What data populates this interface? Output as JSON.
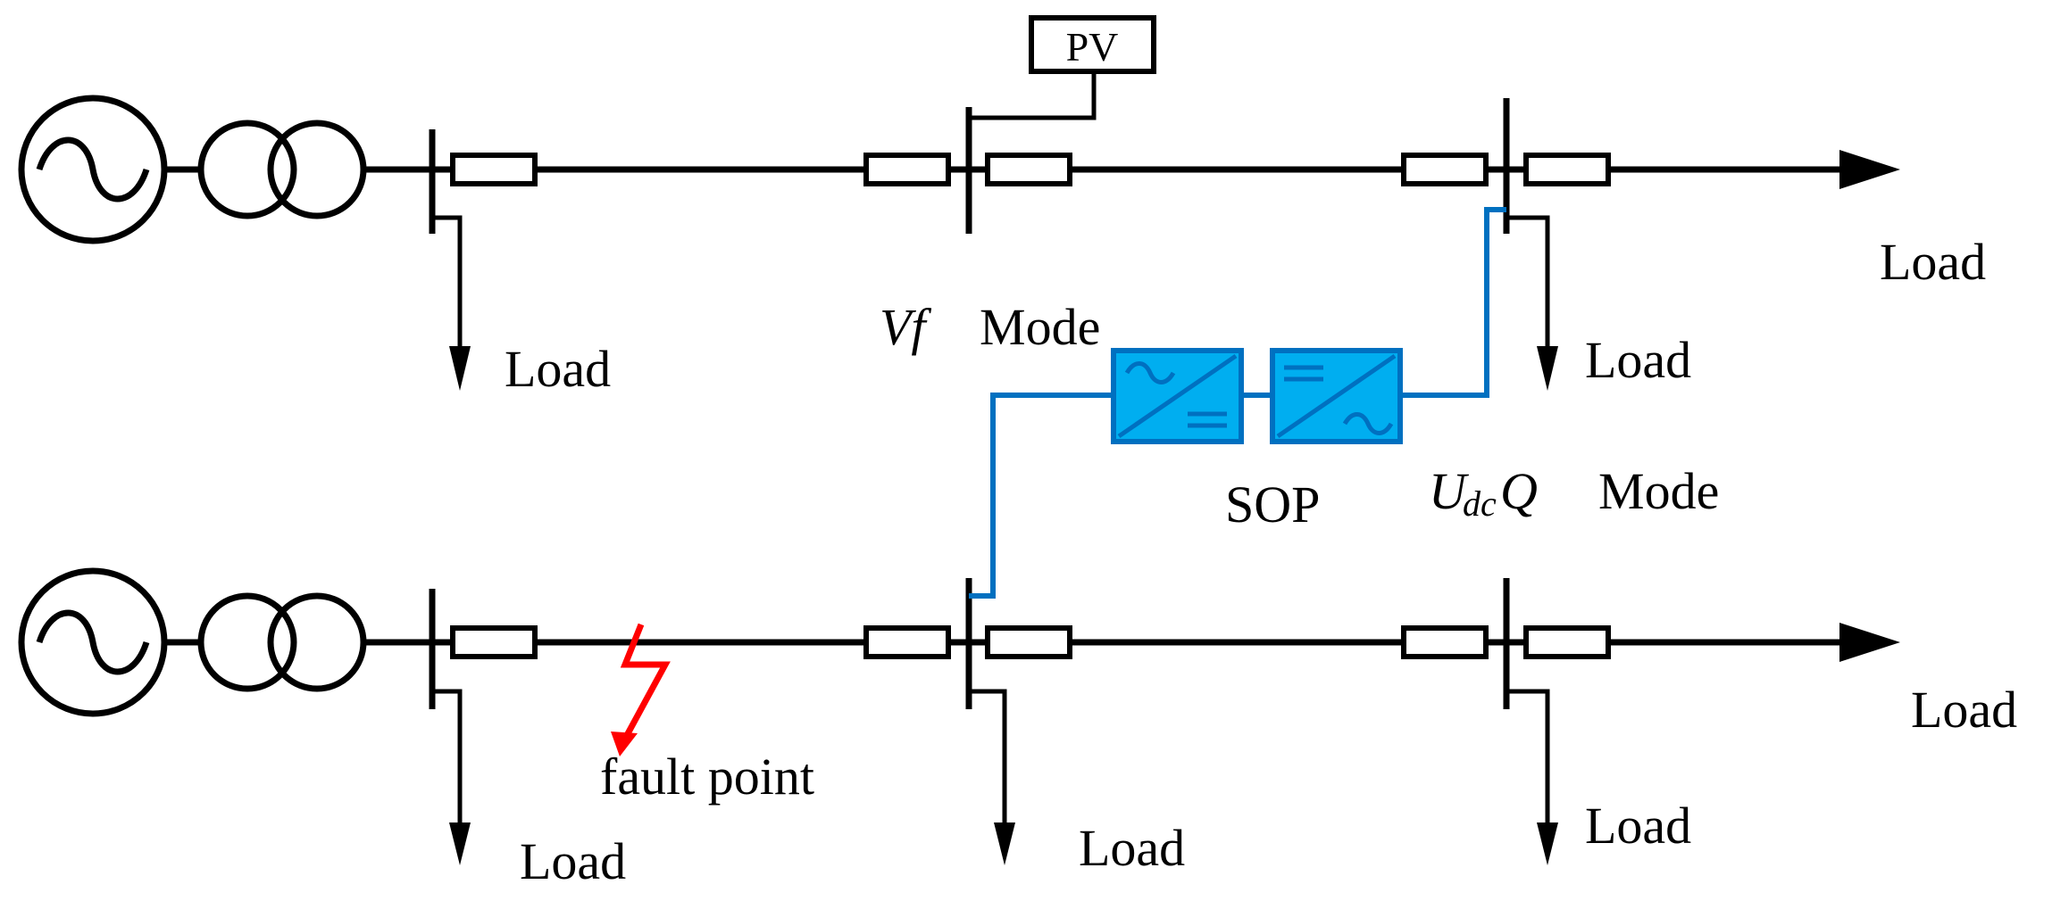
{
  "labels": {
    "pv": "PV",
    "load": "Load",
    "vf_italic": "Vf",
    "mode": "Mode",
    "sop": "SOP",
    "udc_u": "U",
    "udc_sub": "dc",
    "udc_q": "Q",
    "fault_point": "fault point"
  },
  "colors": {
    "line": "#000000",
    "sop_fill": "#00aef0",
    "sop_stroke": "#0070c0",
    "fault": "#ff0000"
  },
  "icons": [
    "ac-source-icon",
    "transformer-icon",
    "circuit-breaker-icon",
    "arrow-icon",
    "ac-dc-converter-icon",
    "dc-ac-converter-icon",
    "fault-lightning-icon"
  ]
}
